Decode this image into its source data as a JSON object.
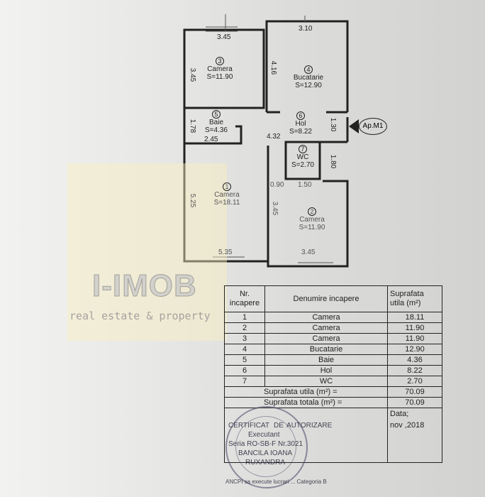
{
  "plan": {
    "rooms": [
      {
        "nr": "1",
        "name": "Camera",
        "area": "S=18.11"
      },
      {
        "nr": "2",
        "name": "Camera",
        "area": "S=11.90"
      },
      {
        "nr": "3",
        "name": "Camera",
        "area": "S=11.90"
      },
      {
        "nr": "4",
        "name": "Bucatarie",
        "area": "S=12.90"
      },
      {
        "nr": "5",
        "name": "Baie",
        "area": "S=4.36"
      },
      {
        "nr": "6",
        "name": "Hol",
        "area": "S=8.22"
      },
      {
        "nr": "7",
        "name": "WC",
        "area": "S=2.70"
      }
    ],
    "dims": {
      "d_top_left": "3.45",
      "d_top_right": "3.10",
      "d_room3_side": "3.45",
      "d_kitchen_side": "4.16",
      "d_baie_side": "1.78",
      "d_baie_bottom": "2.45",
      "d_hol": "4.32",
      "d_hol_right": "1.30",
      "d_wc_side": "1.80",
      "d_wc_door": "0.90",
      "d_wc_bottom": "1.50",
      "d_room1_side": "5.25",
      "d_room2_side": "3.45",
      "d_bottom_left": "5.35",
      "d_bottom_right": "3.45"
    },
    "entrance": "Ap.M1"
  },
  "watermark": {
    "title": "I-IMOB",
    "subtitle": "real estate & property"
  },
  "table": {
    "h_nr": "Nr. incapere",
    "h_name": "Denumire incapere",
    "h_area": "Suprafata utila (m²)",
    "rows": [
      {
        "nr": "1",
        "name": "Camera",
        "area": "18.11"
      },
      {
        "nr": "2",
        "name": "Camera",
        "area": "11.90"
      },
      {
        "nr": "3",
        "name": "Camera",
        "area": "11.90"
      },
      {
        "nr": "4",
        "name": "Bucatarie",
        "area": "12.90"
      },
      {
        "nr": "5",
        "name": "Baie",
        "area": "4.36"
      },
      {
        "nr": "6",
        "name": "Hol",
        "area": "8.22"
      },
      {
        "nr": "7",
        "name": "WC",
        "area": "2.70"
      }
    ],
    "util_label": "Suprafata utila  (m²) =",
    "util_value": "70.09",
    "total_label": "Suprafata totala (m²) =",
    "total_value": "70.09",
    "date_label": "Data;",
    "date_value": "nov ,2018"
  },
  "stamp": {
    "line1": "CERTIFICAT",
    "line2": "DE",
    "line3": "AUTORIZARE",
    "line4": "Executant",
    "line5": "Seria RO-SB-F Nr.3021",
    "line6": "BANCILA IOANA",
    "line7": "RUXANDRA",
    "ring": "ANCPI sa execute lucrari ... Categoria B"
  }
}
